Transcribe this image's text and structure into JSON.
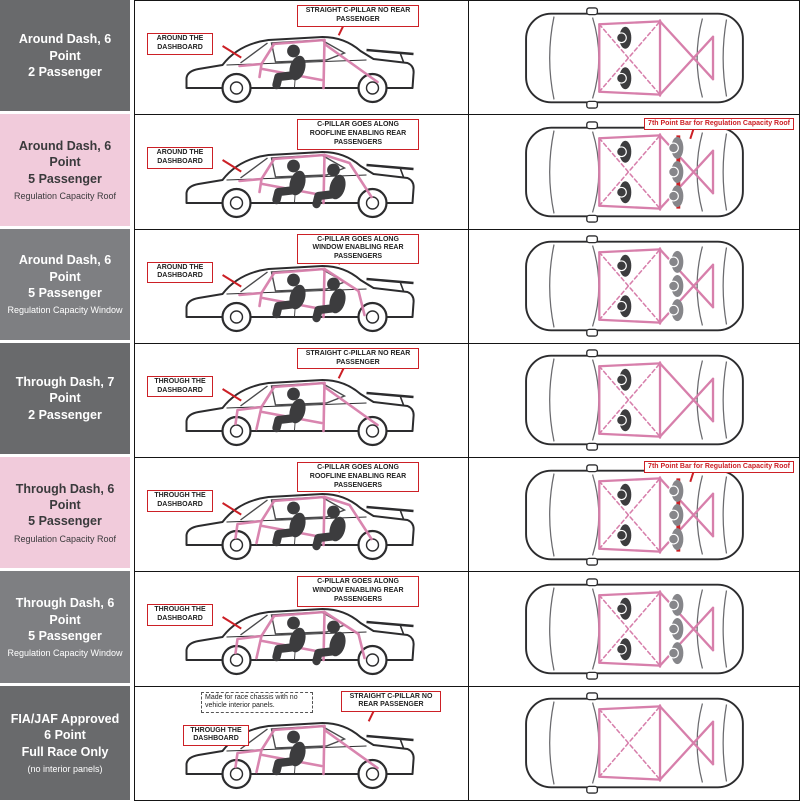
{
  "chart": {
    "description": "Roll cage configuration comparison chart with side and top vehicle views",
    "colors": {
      "dark_label_bg": "#696a6c",
      "mid_label_bg": "#7e7f82",
      "pink_label_bg": "#f1cbdb",
      "cage_pink": "#d77fab",
      "annotation_red": "#cc2026",
      "figure_dark": "#3c3c3e",
      "figure_gray": "#86868a",
      "car_outline": "#2c2c2e"
    },
    "rows": [
      {
        "title_lines": [
          "Around Dash, 6 Point",
          "2 Passenger"
        ],
        "sub_label": "",
        "style": "dark",
        "dash_annotation": "AROUND THE DASHBOARD",
        "cpillar_annotation": "STRAIGHT C-PILLAR NO REAR PASSENGER",
        "top_annotation": "",
        "race_note": "",
        "side_view": {
          "cpillar": "straight",
          "dash": "around",
          "rear_passenger": false
        },
        "top_view": {
          "front_occupants": 2,
          "rear_occupants": 0,
          "seventh_point_bar": false
        }
      },
      {
        "title_lines": [
          "Around Dash, 6 Point",
          "5 Passenger"
        ],
        "sub_label": "Regulation Capacity Roof",
        "style": "pink",
        "dash_annotation": "AROUND THE DASHBOARD",
        "cpillar_annotation": "C-PILLAR GOES ALONG ROOFLINE ENABLING REAR PASSENGERS",
        "top_annotation": "7th Point Bar for Regulation Capacity Roof",
        "race_note": "",
        "side_view": {
          "cpillar": "roof",
          "dash": "around",
          "rear_passenger": true
        },
        "top_view": {
          "front_occupants": 2,
          "rear_occupants": 3,
          "seventh_point_bar": true
        }
      },
      {
        "title_lines": [
          "Around Dash, 6 Point",
          "5 Passenger"
        ],
        "sub_label": "Regulation Capacity Window",
        "style": "gray",
        "dash_annotation": "AROUND THE DASHBOARD",
        "cpillar_annotation": "C-PILLAR GOES ALONG WINDOW ENABLING REAR PASSENGERS",
        "top_annotation": "",
        "race_note": "",
        "side_view": {
          "cpillar": "window",
          "dash": "around",
          "rear_passenger": true
        },
        "top_view": {
          "front_occupants": 2,
          "rear_occupants": 3,
          "seventh_point_bar": false
        }
      },
      {
        "title_lines": [
          "Through Dash, 7 Point",
          "2 Passenger"
        ],
        "sub_label": "",
        "style": "dark",
        "dash_annotation": "THROUGH THE DASHBOARD",
        "cpillar_annotation": "STRAIGHT C-PILLAR NO REAR PASSENGER",
        "top_annotation": "",
        "race_note": "",
        "side_view": {
          "cpillar": "straight",
          "dash": "through",
          "rear_passenger": false
        },
        "top_view": {
          "front_occupants": 2,
          "rear_occupants": 0,
          "seventh_point_bar": false
        }
      },
      {
        "title_lines": [
          "Through Dash, 6 Point",
          "5 Passenger"
        ],
        "sub_label": "Regulation Capacity Roof",
        "style": "pink",
        "dash_annotation": "THROUGH THE DASHBOARD",
        "cpillar_annotation": "C-PILLAR GOES ALONG ROOFLINE ENABLING REAR PASSENGERS",
        "top_annotation": "7th Point Bar for Regulation Capacity Roof",
        "race_note": "",
        "side_view": {
          "cpillar": "roof",
          "dash": "through",
          "rear_passenger": true
        },
        "top_view": {
          "front_occupants": 2,
          "rear_occupants": 3,
          "seventh_point_bar": true
        }
      },
      {
        "title_lines": [
          "Through Dash, 6 Point",
          "5 Passenger"
        ],
        "sub_label": "Regulation Capacity Window",
        "style": "gray",
        "dash_annotation": "THROUGH THE DASHBOARD",
        "cpillar_annotation": "C-PILLAR GOES ALONG WINDOW ENABLING REAR PASSENGERS",
        "top_annotation": "",
        "race_note": "",
        "side_view": {
          "cpillar": "window",
          "dash": "through",
          "rear_passenger": true
        },
        "top_view": {
          "front_occupants": 2,
          "rear_occupants": 3,
          "seventh_point_bar": false
        }
      },
      {
        "title_lines": [
          "FIA/JAF Approved",
          "6 Point",
          "Full Race Only"
        ],
        "sub_label": "(no interior panels)",
        "style": "dark",
        "dash_annotation": "THROUGH THE DASHBOARD",
        "cpillar_annotation": "STRAIGHT C-PILLAR NO REAR PASSENGER",
        "top_annotation": "",
        "race_note": "Made for race chassis with no vehicle interior panels.",
        "side_view": {
          "cpillar": "straight",
          "dash": "through",
          "rear_passenger": false
        },
        "top_view": {
          "front_occupants": 0,
          "rear_occupants": 0,
          "seventh_point_bar": false
        }
      }
    ]
  }
}
